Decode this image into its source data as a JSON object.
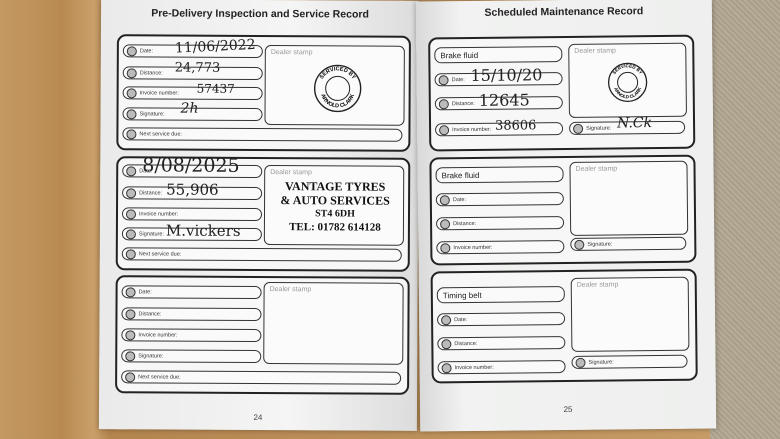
{
  "left_page": {
    "title": "Pre-Delivery Inspection and Service Record",
    "page_number": "24",
    "labels": {
      "date": "Date:",
      "distance": "Distance:",
      "invoice": "Invoice number:",
      "signature": "Signature:",
      "next_service": "Next service due:",
      "dealer_stamp": "Dealer stamp"
    },
    "record1": {
      "date": "11/06/2022",
      "distance": "24,773",
      "invoice": "57437",
      "signature": "2h",
      "stamp_top": "SERVICED BY",
      "stamp_bottom": "ARNOLD CLARK"
    },
    "record2": {
      "date": "8/08/2025",
      "distance": "55,906",
      "signature": "M.vickers",
      "stamp_line1": "VANTAGE TYRES",
      "stamp_line2": "& AUTO SERVICES",
      "stamp_line3": "ST4 6DH",
      "stamp_line4": "TEL: 01782 614128"
    }
  },
  "right_page": {
    "title": "Scheduled Maintenance Record",
    "page_number": "25",
    "labels": {
      "date": "Date:",
      "distance": "Distance:",
      "invoice": "Invoice number:",
      "signature": "Signature:",
      "dealer_stamp": "Dealer stamp"
    },
    "card1": {
      "item": "Brake fluid",
      "date": "15/10/20",
      "distance": "12645",
      "invoice": "38606",
      "signature": "N.Ck",
      "stamp_top": "SERVICED BY",
      "stamp_bottom": "ARNOLD CLARK"
    },
    "card2": {
      "item": "Brake fluid"
    },
    "card3": {
      "item": "Timing belt"
    }
  }
}
